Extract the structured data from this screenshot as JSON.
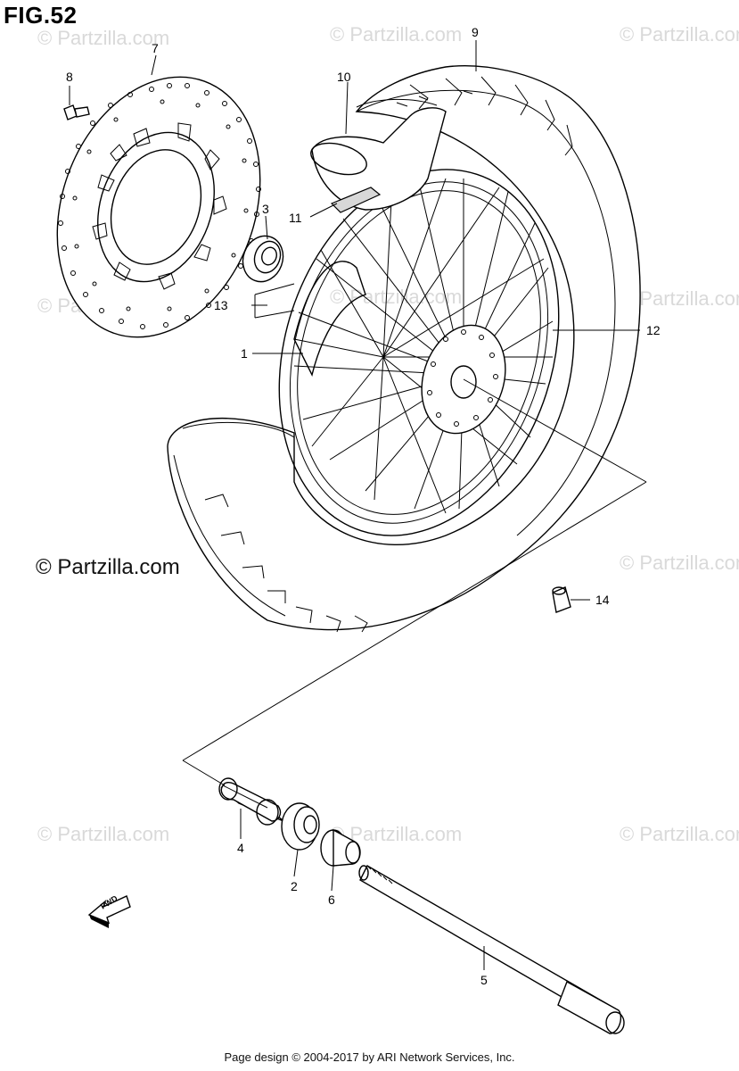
{
  "figure": {
    "title": "FIG.52"
  },
  "watermark": {
    "text": "© Partzilla.com"
  },
  "copyright": {
    "text": "© Partzilla.com"
  },
  "footer": {
    "text": "Page design © 2004-2017 by ARI Network Services, Inc."
  },
  "fwd_label": "FWD",
  "callouts": {
    "p1": "1",
    "p2": "2",
    "p3": "3",
    "p4": "4",
    "p5": "5",
    "p6": "6",
    "p7": "7",
    "p8": "8",
    "p9": "9",
    "p10": "10",
    "p11": "11",
    "p12": "12",
    "p13": "13",
    "p14": "14"
  }
}
